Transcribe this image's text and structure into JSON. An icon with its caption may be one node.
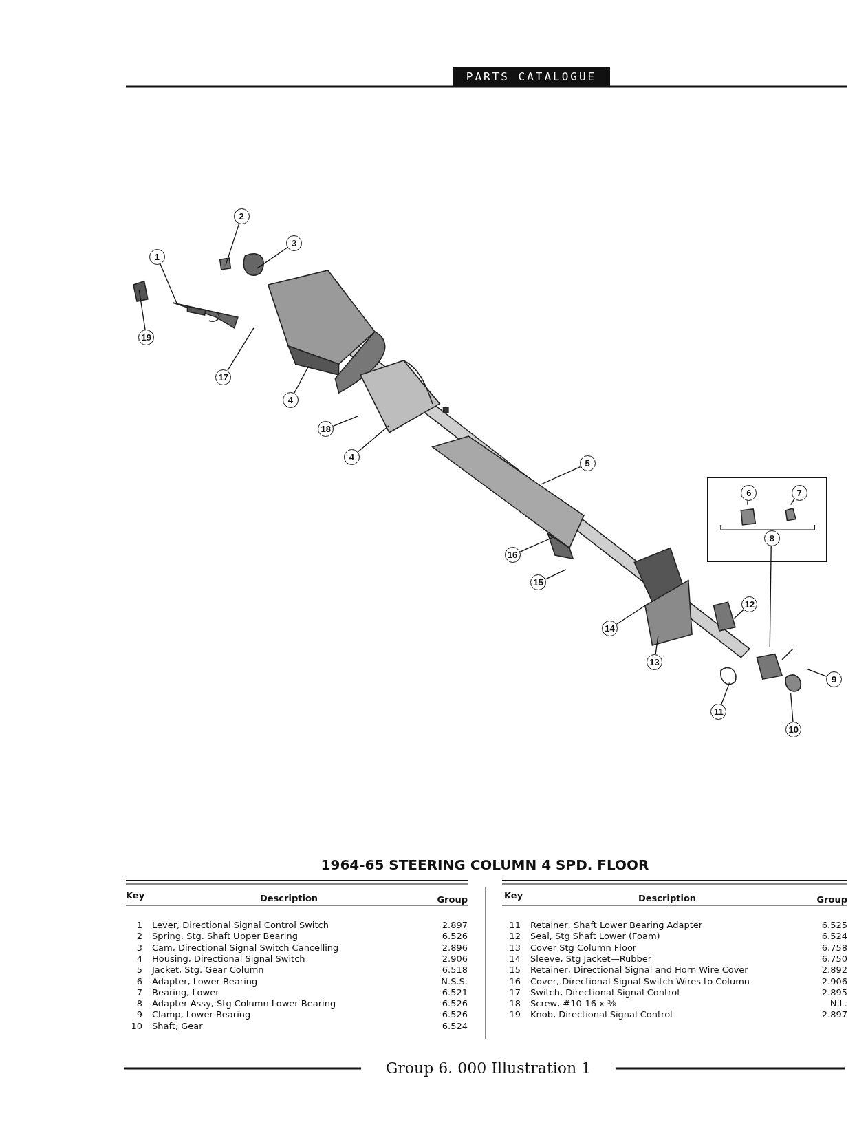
{
  "diagram": {
    "title": "1964-65 STEERING COLUMN 4 SPD. FLOOR",
    "caption": "Group 6. 000 Illustration 1",
    "nodes": [
      {
        "text": [
          "2"
        ]
      },
      {
        "text": [
          "3"
        ]
      },
      {
        "text": [
          "1"
        ]
      },
      {
        "text": [
          "19"
        ]
      },
      {
        "text": [
          "17"
        ]
      },
      {
        "text": [
          "4"
        ]
      },
      {
        "text": [
          "18"
        ]
      },
      {
        "text": [
          "4"
        ]
      },
      {
        "text": [
          "5"
        ]
      },
      {
        "text": [],
        "shape": "box"
      },
      {
        "text": [
          "6"
        ],
        "in": 9
      },
      {
        "text": [
          "7"
        ],
        "in": 9
      },
      {
        "text": [
          "8"
        ],
        "in": 9
      },
      {
        "text": [
          "16"
        ]
      },
      {
        "text": [
          "15"
        ]
      },
      {
        "text": [
          "12"
        ]
      },
      {
        "text": [
          "14"
        ]
      },
      {
        "text": [
          "13"
        ]
      },
      {
        "text": [
          "9"
        ]
      },
      {
        "text": [
          "11"
        ]
      },
      {
        "text": [
          "10"
        ]
      }
    ],
    "edges": [
      {
        "from": 0,
        "to": null,
        "arrow": "none"
      },
      {
        "from": 1,
        "to": null,
        "arrow": "none"
      },
      {
        "from": 2,
        "to": null,
        "arrow": "none"
      },
      {
        "from": 3,
        "to": null,
        "arrow": "none"
      },
      {
        "from": 4,
        "to": null,
        "arrow": "none"
      },
      {
        "from": 5,
        "to": null,
        "arrow": "none"
      },
      {
        "from": 6,
        "to": null,
        "arrow": "none"
      },
      {
        "from": 7,
        "to": null,
        "arrow": "none"
      },
      {
        "from": 8,
        "to": null,
        "arrow": "none"
      },
      {
        "from": 10,
        "to": null,
        "arrow": "none"
      },
      {
        "from": 11,
        "to": null,
        "arrow": "none"
      },
      {
        "from": 12,
        "to": null,
        "arrow": "none"
      },
      {
        "from": 13,
        "to": null,
        "arrow": "none"
      },
      {
        "from": 14,
        "to": null,
        "arrow": "none"
      },
      {
        "from": 15,
        "to": null,
        "arrow": "none"
      },
      {
        "from": 16,
        "to": null,
        "arrow": "none"
      },
      {
        "from": 17,
        "to": null,
        "arrow": "none"
      },
      {
        "from": 18,
        "to": null,
        "arrow": "none"
      },
      {
        "from": 19,
        "to": null,
        "arrow": "none"
      },
      {
        "from": 20,
        "to": null,
        "arrow": "none"
      }
    ],
    "labels": [
      "PARTS CATALOGUE",
      "Key",
      "Description",
      "Group",
      "1",
      "Lever, Directional Signal Control Switch",
      "2.897",
      "2",
      "Spring, Stg. Shaft Upper Bearing",
      "6.526",
      "3",
      "Cam, Directional Signal Switch Cancelling",
      "2.896",
      "4",
      "Housing, Directional Signal Switch",
      "2.906",
      "5",
      "Jacket, Stg. Gear Column",
      "6.518",
      "6",
      "Adapter, Lower Bearing",
      "N.S.S.",
      "7",
      "Bearing, Lower",
      "6.521",
      "8",
      "Adapter Assy, Stg Column Lower Bearing",
      "6.526",
      "9",
      "Clamp, Lower Bearing",
      "6.526",
      "10",
      "Shaft, Gear",
      "6.524",
      "Key",
      "Description",
      "Group",
      "11",
      "Retainer, Shaft Lower Bearing Adapter",
      "6.525",
      "12",
      "Seal, Stg Shaft Lower (Foam)",
      "6.524",
      "13",
      "Cover Stg Column Floor",
      "6.758",
      "14",
      "Sleeve, Stg Jacket—Rubber",
      "6.750",
      "15",
      "Retainer, Directional Signal and Horn Wire Cover",
      "2.892",
      "16",
      "Cover, Directional Signal Switch Wires to Column",
      "2.906",
      "17",
      "Switch, Directional Signal Control",
      "2.895",
      "18",
      "Screw, #10-16 x ⅜",
      "N.L.",
      "19",
      "Knob, Directional Signal Control",
      "2.897"
    ]
  }
}
